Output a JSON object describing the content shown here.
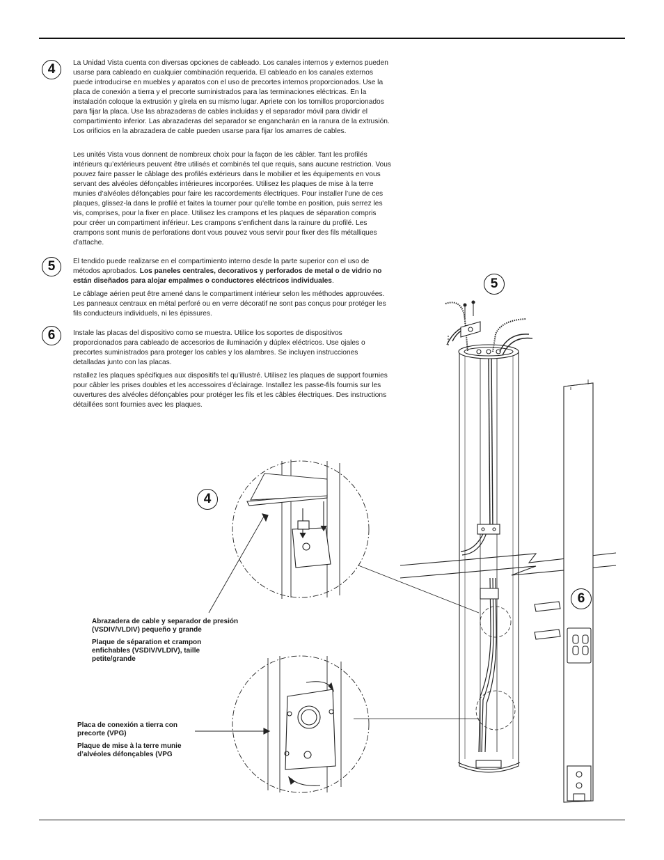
{
  "steps": [
    {
      "number": "4",
      "es": "La Unidad Vista cuenta con diversas opciones de cableado. Los canales internos y externos pueden usarse para cableado en cualquier combinación requerida. El cableado en los canales externos puede introducirse en muebles y aparatos con el uso de precortes internos proporcionados. Use la placa de conexión a tierra y el precorte suministrados para las terminaciones eléctricas. En la instalación coloque la extrusión y gírela en su mismo lugar. Apriete con los tornillos proporcionados para fijar la placa.  Use las abrazaderas de cables incluidas y el separador móvil para dividir el compartimiento inferior. Las abrazaderas del separador se engancharán en la ranura de la extrusión. Los orificios en la abrazadera de cable pueden usarse para fijar los amarres de cables.",
      "fr": "Les unités Vista vous donnent de nombreux choix pour la façon de les câbler. Tant les profilés intérieurs qu’extérieurs peuvent être utilisés et combinés tel que requis, sans aucune restriction. Vous pouvez faire passer le câblage des profilés extérieurs dans le mobilier et les équipements en vous servant des alvéoles défonçables intérieures incorporées. Utilisez les plaques de mise à la terre munies d’alvéoles défonçables pour faire les raccordements électriques. Pour installer l’une de ces plaques, glissez-la dans le profilé et faites la tourner pour qu’elle tombe en position, puis serrez les vis, comprises, pour la fixer en place. Utilisez les crampons et les plaques de séparation compris pour créer un compartiment inférieur. Les crampons s’enfichent dans la rainure du profilé. Les crampons sont munis de perforations dont vous pouvez vous servir pour fixer des fils métalliques d’attache."
    },
    {
      "number": "5",
      "es_plain": "El tendido puede realizarse en el compartimiento interno desde la parte superior con el uso de métodos aprobados. ",
      "es_bold": "Los paneles centrales, decorativos y perforados de metal o de vidrio no están diseñados para alojar empalmes o conductores eléctricos individuales",
      "es_end": ".",
      "fr": "Le câblage aérien peut être amené dans le compartiment intérieur selon les méthodes approuvées. Les panneaux centraux en métal perforé ou en verre décoratif ne sont pas conçus pour protéger les fils conducteurs individuels, ni les épissures."
    },
    {
      "number": "6",
      "es": "Instale las placas del dispositivo como se muestra. Utilice los soportes de dispositivos proporcionados para cableado de accesorios de iluminación y dúplex eléctricos. Use ojales o precortes suministrados para proteger los cables y los alambres. Se incluyen instrucciones detalladas junto con las placas.",
      "fr": "nstallez les plaques spécifiques aux dispositifs tel qu’illustré. Utilisez les plaques de support fournies pour câbler les prises doubles et les accessoires d’éclairage. Installez les passe-fils fournis sur les ouvertures des alvéoles défonçables pour protéger les fils et les câbles électriques. Des instructions détaillées sont fournies avec les plaques."
    }
  ],
  "diagram": {
    "labels": [
      "5",
      "4",
      "6"
    ],
    "callout_divider": {
      "es": "Abrazadera de cable y separador de presión (VSDIV/VLDIV) pequeño y grande",
      "fr": "Plaque de séparation et crampon enfichables (VSDIV/VLDIV), taille petite/grande"
    },
    "callout_ground": {
      "es": "Placa de conexión a tierra con precorte (VPG)",
      "fr": "Plaque de mise à la terre munie d’alvéoles défonçables (VPG"
    }
  }
}
